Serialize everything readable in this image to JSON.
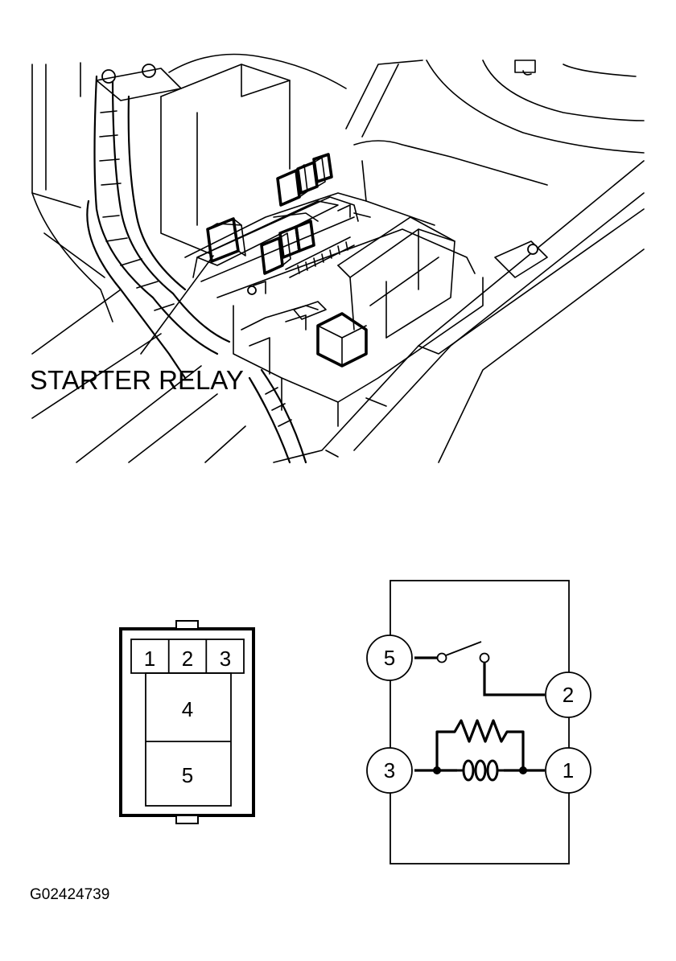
{
  "callout": {
    "label": "STARTER RELAY"
  },
  "connector": {
    "pins_top": [
      "1",
      "2",
      "3"
    ],
    "pin_middle": "4",
    "pin_bottom": "5"
  },
  "schematic": {
    "pins": [
      "5",
      "2",
      "3",
      "1"
    ]
  },
  "figure_code": "G02424739"
}
